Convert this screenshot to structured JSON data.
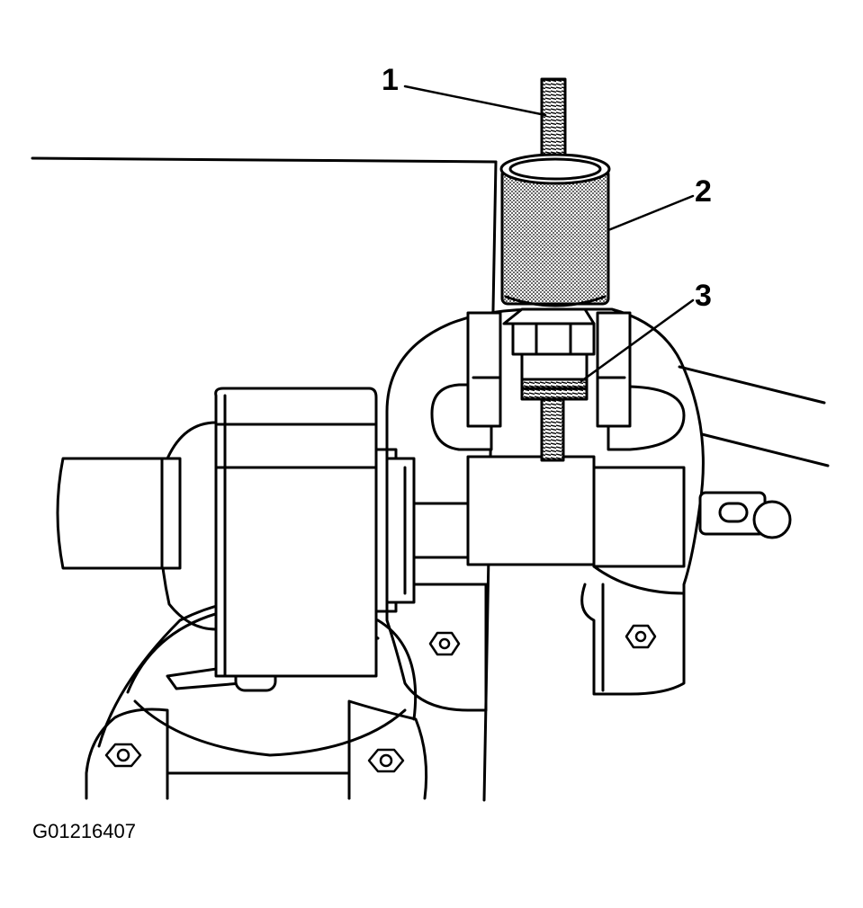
{
  "callouts": [
    {
      "number": "1"
    },
    {
      "number": "2"
    },
    {
      "number": "3"
    }
  ],
  "figure_id": "G01216407"
}
